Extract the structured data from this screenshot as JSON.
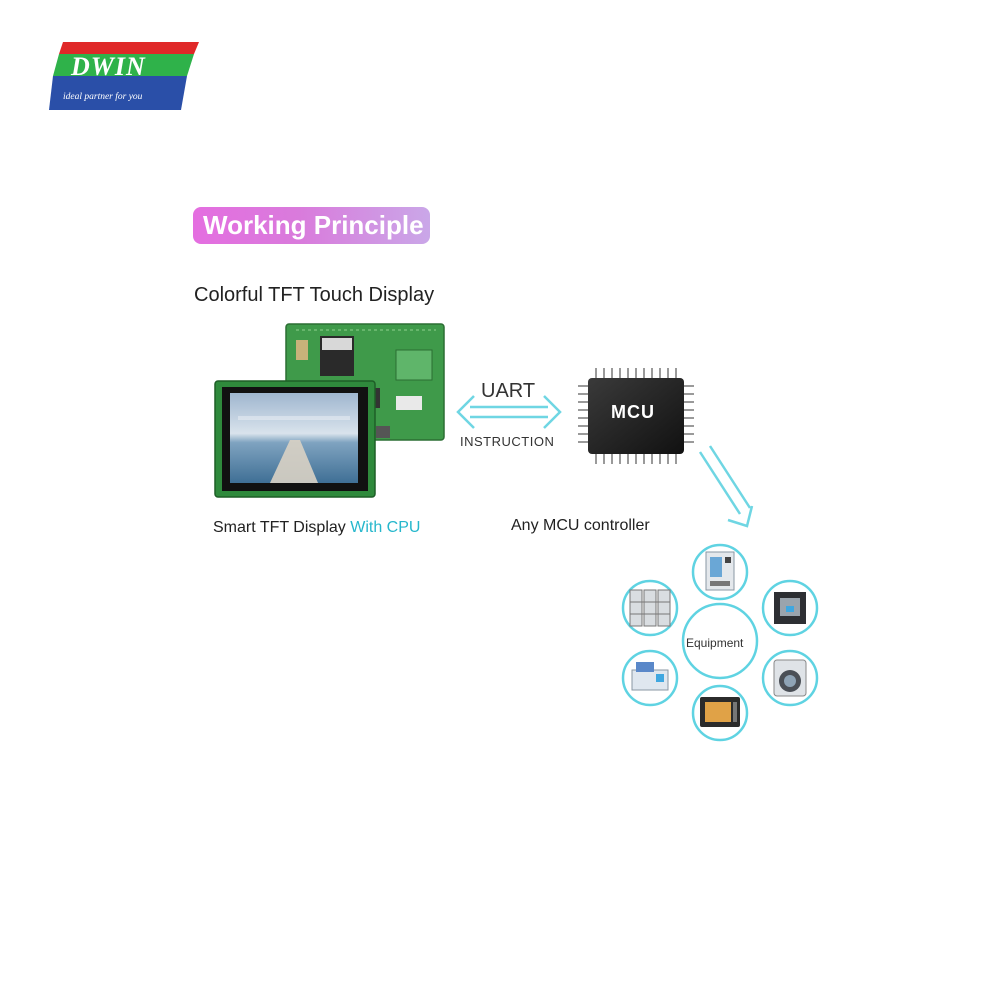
{
  "logo": {
    "brand": "DWIN",
    "tagline": "ideal partner for you"
  },
  "section_title": "Working Principle",
  "display_heading": "Colorful TFT Touch Display",
  "display_caption": {
    "main": "Smart TFT Display",
    "accent": "With CPU"
  },
  "link": {
    "protocol": "UART",
    "type": "INSTRUCTION"
  },
  "chip_label": "MCU",
  "controller_caption": "Any MCU controller",
  "hub_label": "Equipment",
  "equipment_icons": [
    "vending-machine-icon",
    "3d-printer-icon",
    "washing-machine-icon",
    "oven-icon",
    "medical-device-icon",
    "server-cabinet-icon"
  ],
  "colors": {
    "accent": "#26b7cc",
    "pill_start": "#e46ee0",
    "pill_end": "#caa7e8",
    "arrow": "#6fd6e3",
    "circle_border": "#5fd3e2"
  }
}
